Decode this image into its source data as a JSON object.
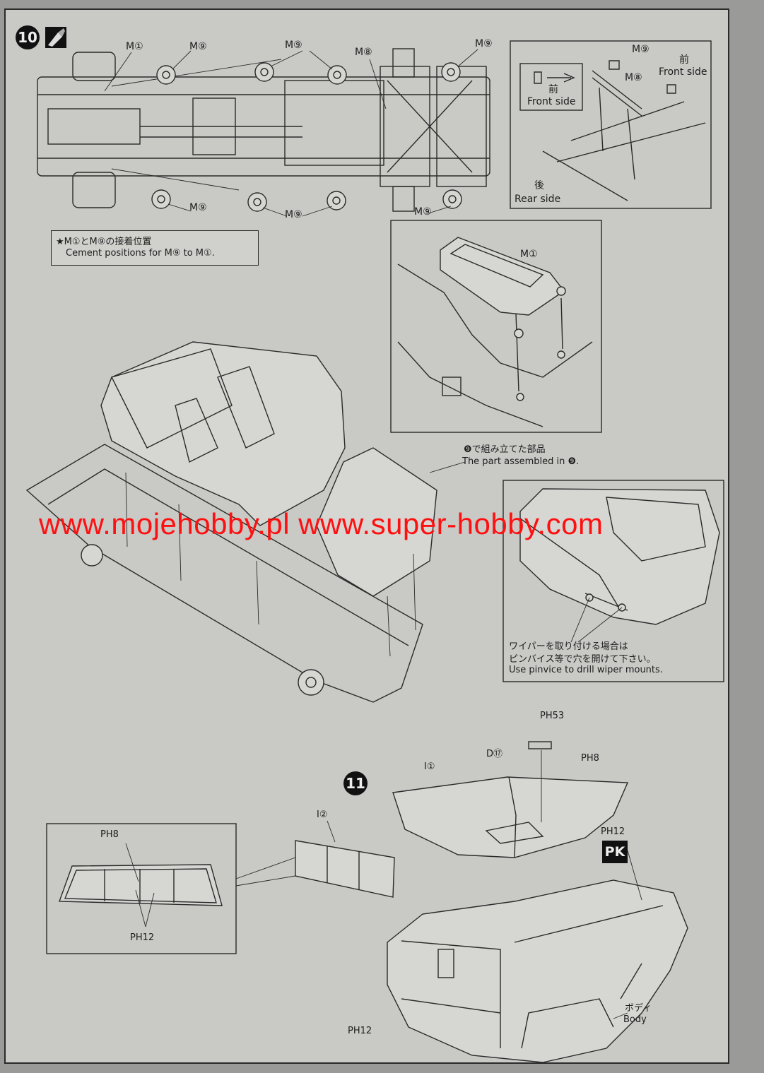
{
  "steps": {
    "step10": "10",
    "step11": "11"
  },
  "chassis_labels": {
    "m1_top": "M①",
    "m9_top1": "M⑨",
    "m9_top2": "M⑨",
    "m8_top": "M⑧",
    "m9_top3": "M⑨",
    "m9_bottom1": "M⑨",
    "m9_bottom2": "M⑨",
    "m9_bottom3": "M⑨"
  },
  "inset_front_rear": {
    "m9": "M⑨",
    "m8": "M⑧",
    "front_jp": "前",
    "front_en": "Front side",
    "arrow_jp": "前",
    "arrow_en": "Front side",
    "rear_jp": "後",
    "rear_en": "Rear side"
  },
  "cement_note": {
    "jp": "★M①とM⑨の接着位置",
    "en": "Cement positions for M⑨ to M①."
  },
  "inset_m1": {
    "label": "M①"
  },
  "assembled_note": {
    "jp": "❾で組み立てた部品",
    "en": "The part assembled in ❾."
  },
  "watermark": "www.mojehobby.pl www.super-hobby.com",
  "wiper_note": {
    "jp1": "ワイパーを取り付ける場合は",
    "jp2": "ピンバイス等で穴を開けて下さい。",
    "en": "Use pinvice to drill wiper mounts."
  },
  "step11_labels": {
    "ph53": "PH53",
    "d17": "D⑰",
    "ph8_top": "PH8",
    "i1": "I①",
    "ph12_top": "PH12",
    "pk": "PK",
    "i2": "I②",
    "body_jp": "ボディ",
    "body_en": "Body",
    "ph12_bottom": "PH12"
  },
  "window_inset": {
    "ph8": "PH8",
    "ph12": "PH12"
  },
  "colors": {
    "page": "#c9c9c6",
    "ink": "#1d1d1d",
    "watermark": "#ff1010"
  }
}
